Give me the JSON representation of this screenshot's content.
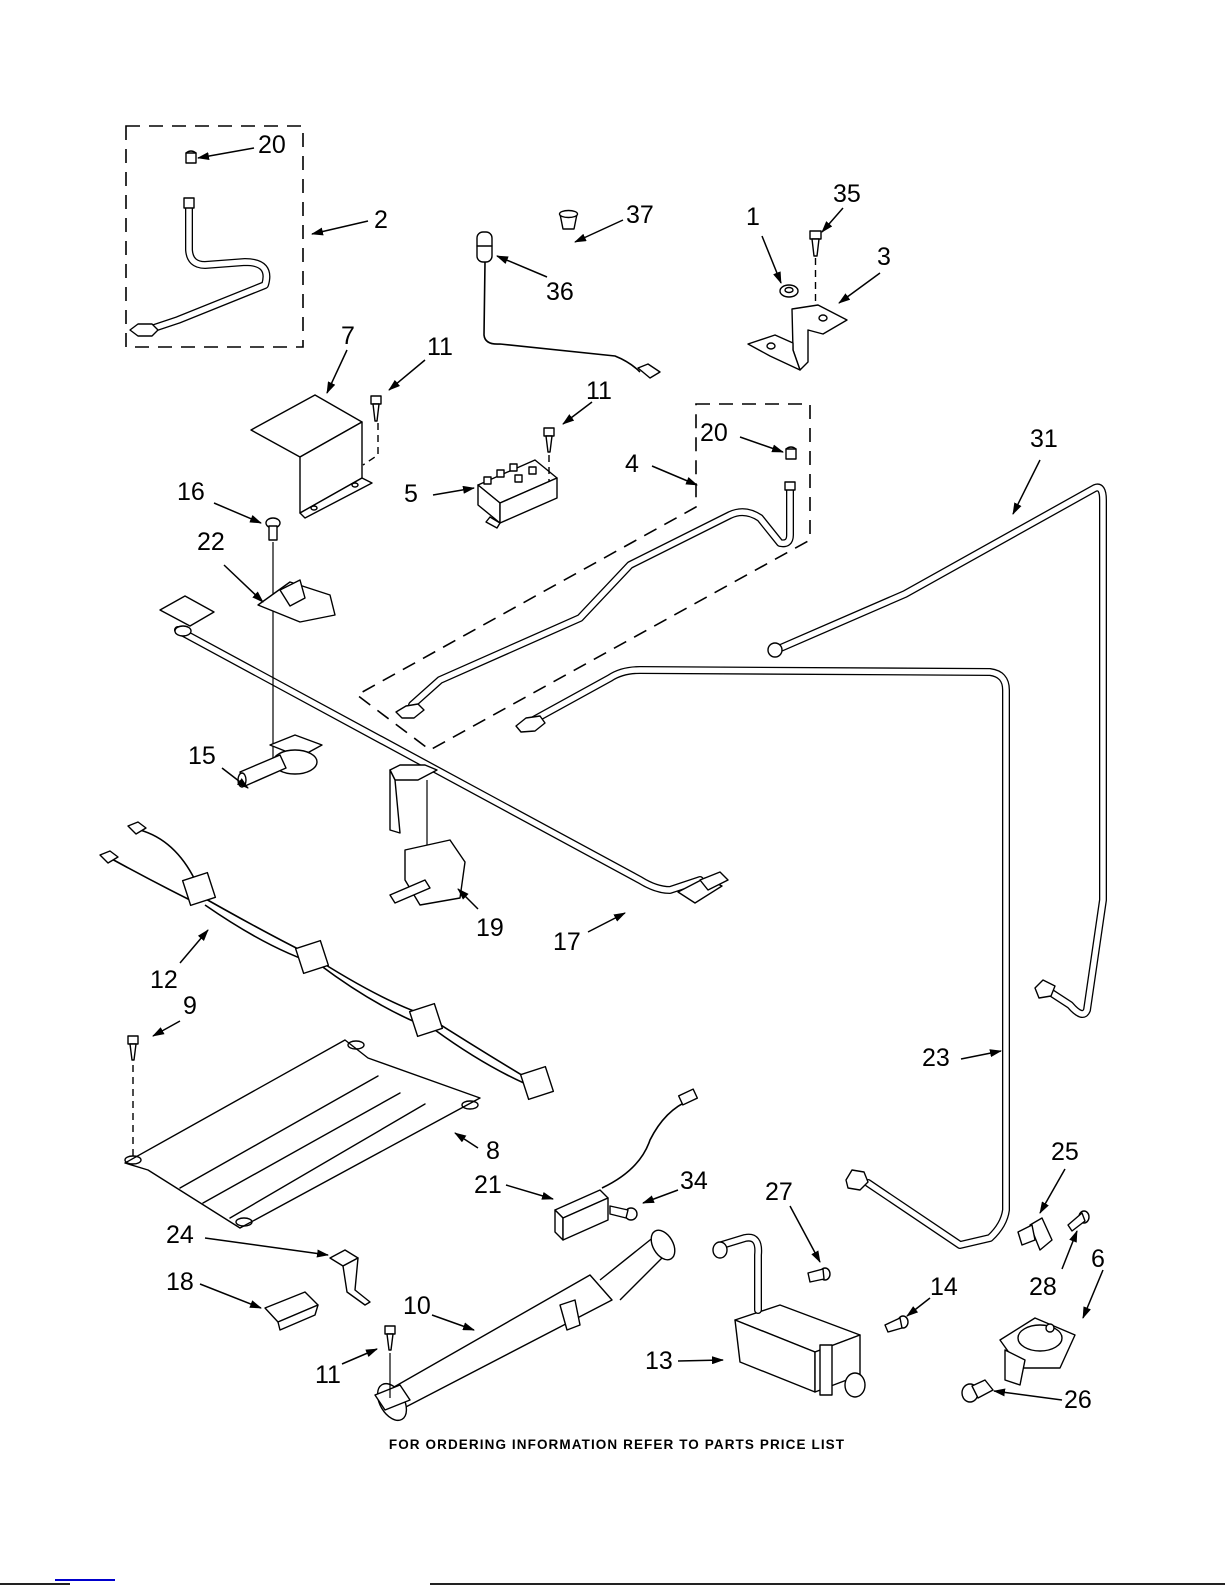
{
  "page": {
    "title": "Parts diagram",
    "footer": "FOR ORDERING INFORMATION REFER TO PARTS PRICE LIST"
  },
  "callouts": [
    {
      "id": "c20a",
      "label": "20",
      "part": "orifice"
    },
    {
      "id": "c2",
      "label": "2",
      "part": "tube assembly (dashed group)"
    },
    {
      "id": "c37",
      "label": "37",
      "part": "grommet"
    },
    {
      "id": "c36",
      "label": "36",
      "part": "sensor with wire"
    },
    {
      "id": "c1",
      "label": "1",
      "part": "nut"
    },
    {
      "id": "c35",
      "label": "35",
      "part": "screw"
    },
    {
      "id": "c3",
      "label": "3",
      "part": "bracket"
    },
    {
      "id": "c7",
      "label": "7",
      "part": "cover box"
    },
    {
      "id": "c11a",
      "label": "11",
      "part": "screw"
    },
    {
      "id": "c11b",
      "label": "11",
      "part": "screw"
    },
    {
      "id": "c5",
      "label": "5",
      "part": "spark module"
    },
    {
      "id": "c4",
      "label": "4",
      "part": "tube assembly (dashed group)"
    },
    {
      "id": "c20b",
      "label": "20",
      "part": "orifice"
    },
    {
      "id": "c31",
      "label": "31",
      "part": "tube"
    },
    {
      "id": "c16",
      "label": "16",
      "part": "screw"
    },
    {
      "id": "c22",
      "label": "22",
      "part": "bracket"
    },
    {
      "id": "c15",
      "label": "15",
      "part": "valve"
    },
    {
      "id": "c19",
      "label": "19",
      "part": "switch"
    },
    {
      "id": "c17",
      "label": "17",
      "part": "manifold"
    },
    {
      "id": "c12",
      "label": "12",
      "part": "wire harness"
    },
    {
      "id": "c9",
      "label": "9",
      "part": "screw"
    },
    {
      "id": "c8",
      "label": "8",
      "part": "panel / shield"
    },
    {
      "id": "c23",
      "label": "23",
      "part": "tube"
    },
    {
      "id": "c21",
      "label": "21",
      "part": "igniter"
    },
    {
      "id": "c34",
      "label": "34",
      "part": "screw"
    },
    {
      "id": "c25",
      "label": "25",
      "part": "bracket"
    },
    {
      "id": "c27",
      "label": "27",
      "part": "screw"
    },
    {
      "id": "c28",
      "label": "28",
      "part": "screw"
    },
    {
      "id": "c6",
      "label": "6",
      "part": "pressure regulator"
    },
    {
      "id": "c24",
      "label": "24",
      "part": "bracket"
    },
    {
      "id": "c18",
      "label": "18",
      "part": "clip"
    },
    {
      "id": "c10",
      "label": "10",
      "part": "burner"
    },
    {
      "id": "c14",
      "label": "14",
      "part": "screw"
    },
    {
      "id": "c11c",
      "label": "11",
      "part": "screw"
    },
    {
      "id": "c13",
      "label": "13",
      "part": "valve"
    },
    {
      "id": "c26",
      "label": "26",
      "part": "fitting"
    }
  ]
}
